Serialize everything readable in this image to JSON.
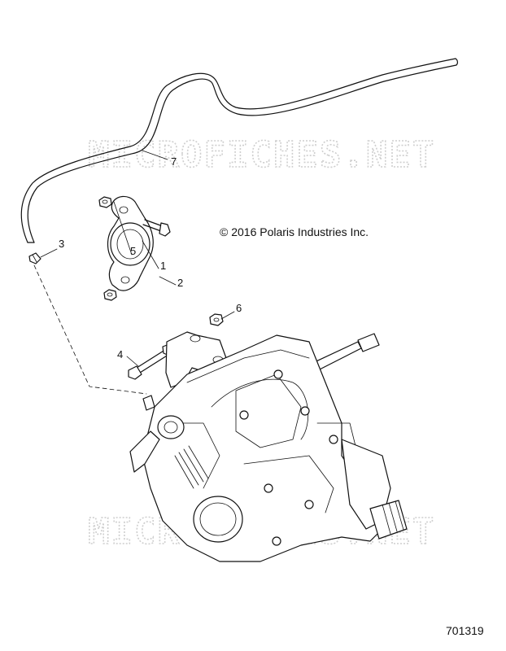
{
  "watermark": "MICROFICHES.NET",
  "copyright": "© 2016 Polaris Industries Inc.",
  "figure_number": "701319",
  "callouts": [
    {
      "id": "1",
      "label": "1"
    },
    {
      "id": "2",
      "label": "2"
    },
    {
      "id": "3",
      "label": "3"
    },
    {
      "id": "4",
      "label": "4"
    },
    {
      "id": "5",
      "label": "5"
    },
    {
      "id": "6",
      "label": "6"
    },
    {
      "id": "7",
      "label": "7"
    }
  ]
}
